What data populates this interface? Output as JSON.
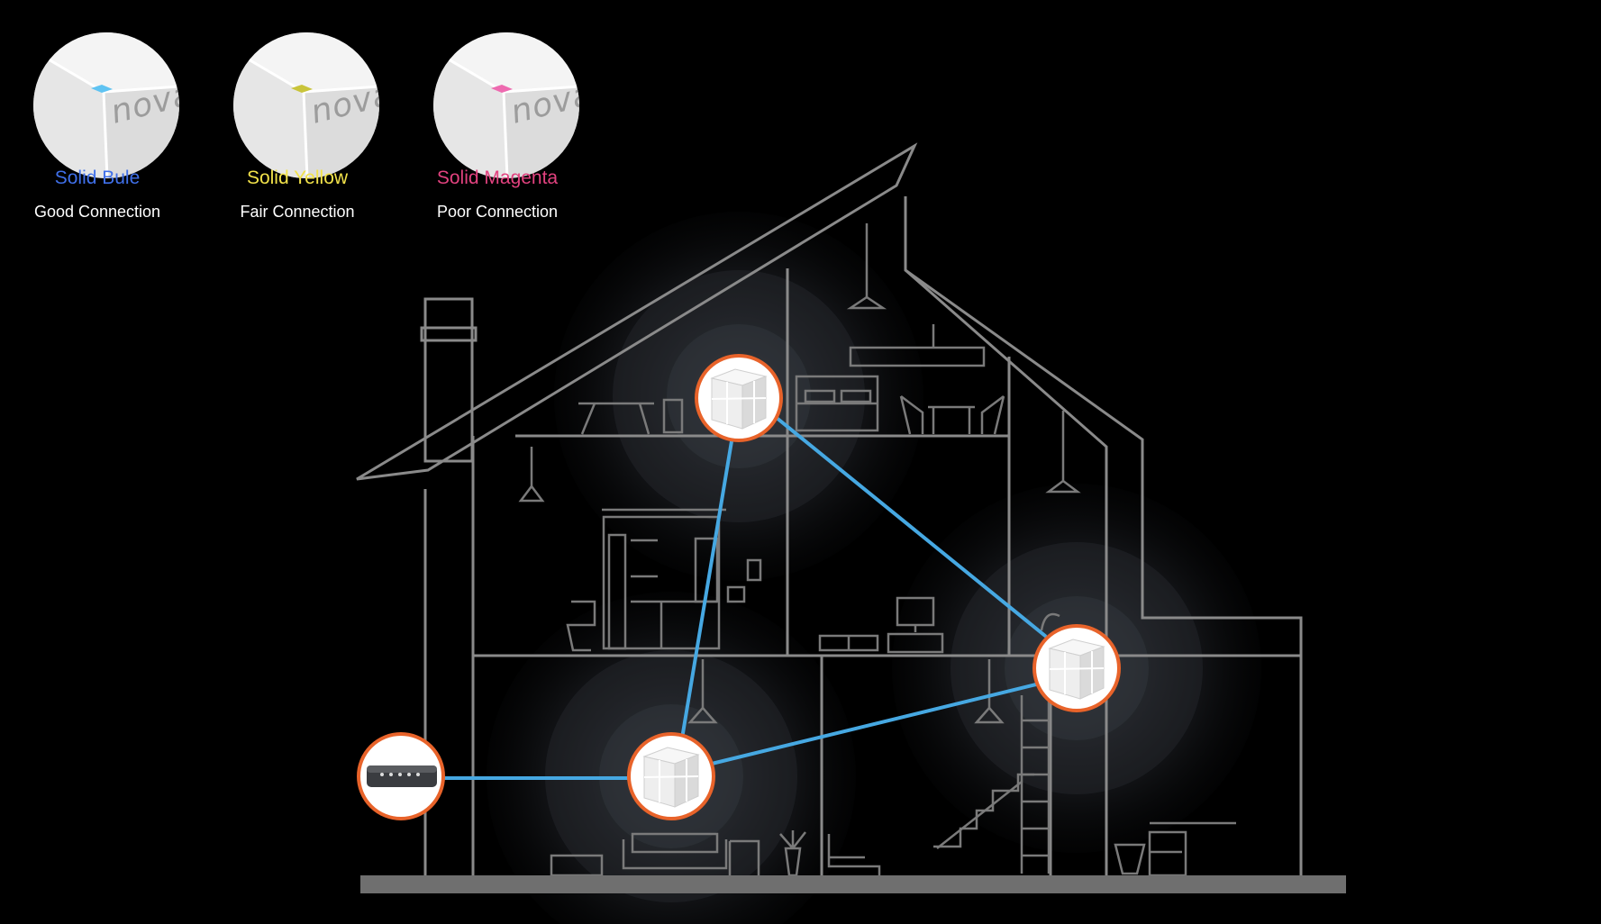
{
  "legend": [
    {
      "led_name": "Solid Bule",
      "description": "Good Connection",
      "color": "#3f6fe8",
      "led_color": "#5fc3f2",
      "logo": "nova"
    },
    {
      "led_name": "Solid Yellow",
      "description": "Fair Connection",
      "color": "#f2e24a",
      "led_color": "#c9c43a",
      "logo": "nova"
    },
    {
      "led_name": "Solid Magenta",
      "description": "Poor Connection",
      "color": "#e2427f",
      "led_color": "#ee6ab0",
      "logo": "nova"
    }
  ],
  "colors": {
    "link": "#46a8e2",
    "node_ring": "#e8632a",
    "outline": "#8a8a8a",
    "ground": "#6f6f6f"
  },
  "icons": {
    "modem": "modem-icon",
    "mesh_node": "mesh-node-icon"
  }
}
